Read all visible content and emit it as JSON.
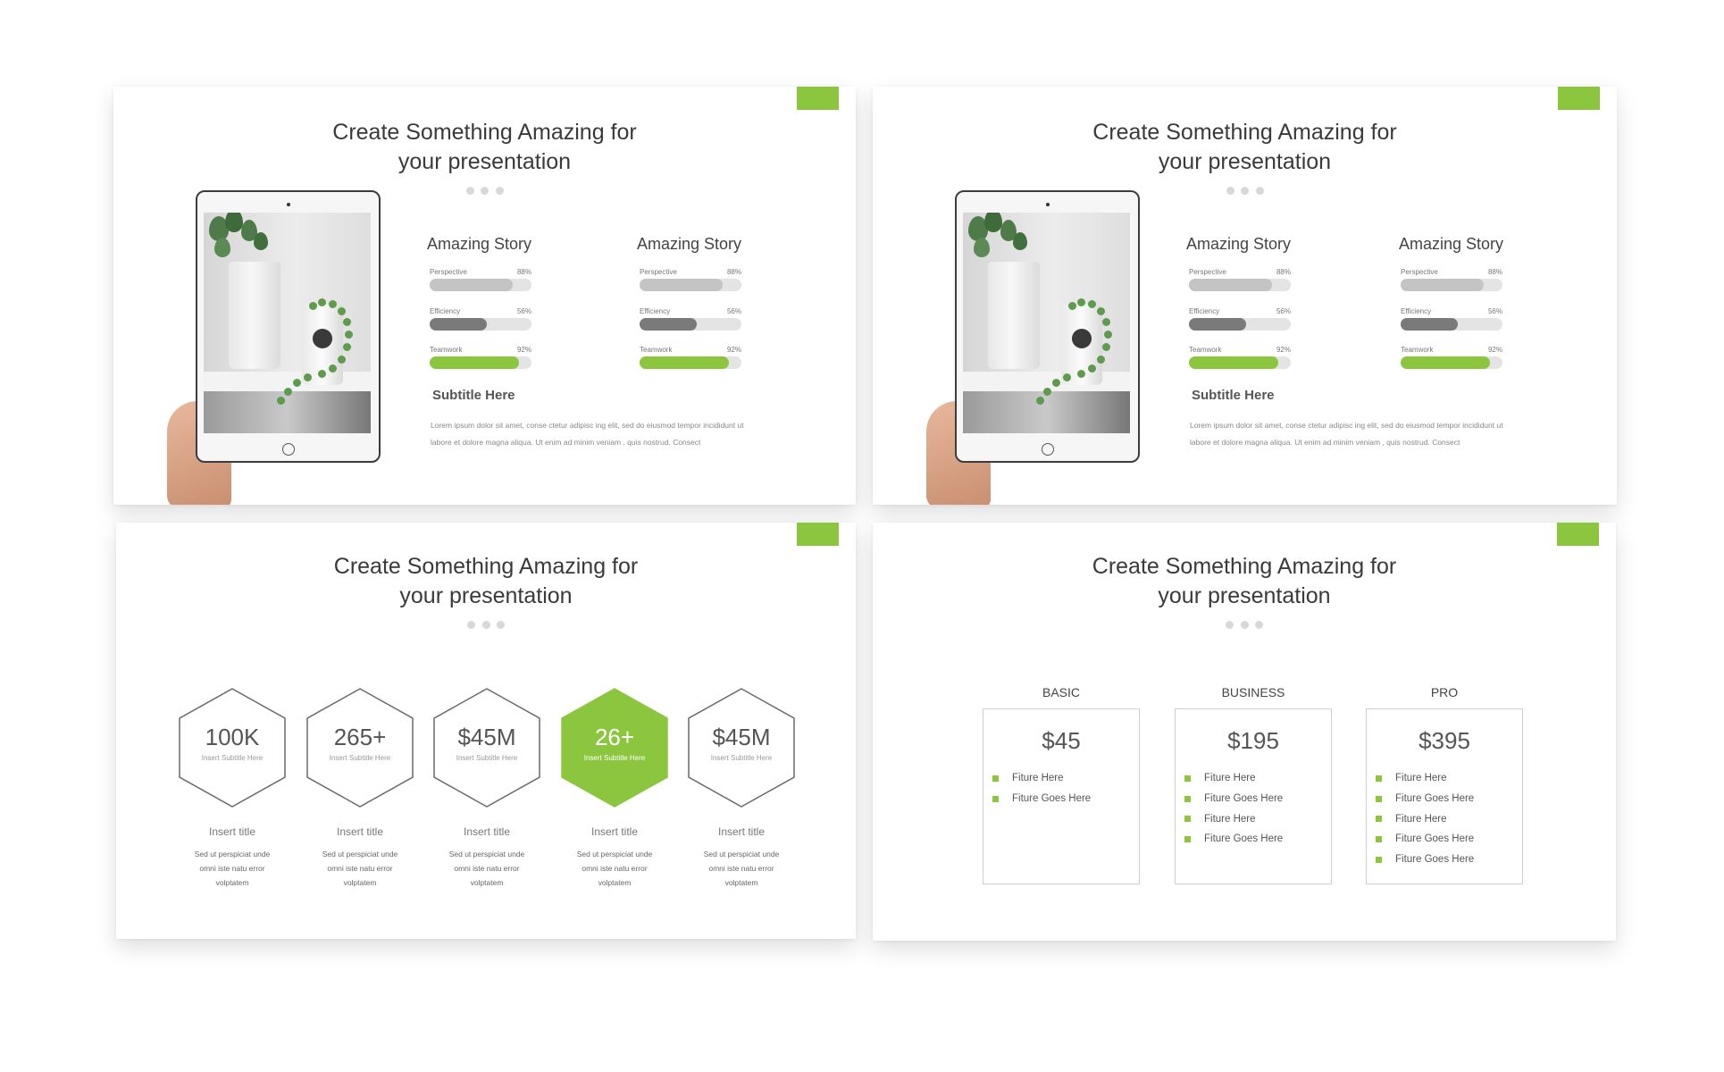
{
  "slides": {
    "s1": {
      "title_line1": "Create Something Amazing for",
      "title_line2": "your presentation"
    },
    "s2": {
      "title_line1": "Create Something Amazing for",
      "title_line2": "your presentation"
    },
    "s3": {
      "title_line1": "Create Something Amazing for",
      "title_line2": "your presentation"
    },
    "s4": {
      "title_line1": "Create Something Amazing for",
      "title_line2": "your presentation"
    }
  },
  "skills_slide": {
    "columns": [
      {
        "title": "Amazing Story",
        "skills": [
          {
            "label": "Perspective",
            "value": "88%",
            "level": 0.82,
            "color": "#c4c4c4"
          },
          {
            "label": "Efficiency",
            "value": "56%",
            "level": 0.56,
            "color": "#7a7a7a"
          },
          {
            "label": "Teamwork",
            "value": "92%",
            "level": 0.88,
            "color": "#8cc63f"
          }
        ]
      },
      {
        "title": "Amazing Story",
        "skills": [
          {
            "label": "Perspective",
            "value": "88%",
            "level": 0.82,
            "color": "#c4c4c4"
          },
          {
            "label": "Efficiency",
            "value": "56%",
            "level": 0.56,
            "color": "#7a7a7a"
          },
          {
            "label": "Teamwork",
            "value": "92%",
            "level": 0.88,
            "color": "#8cc63f"
          }
        ]
      }
    ],
    "subtitle": "Subtitle Here",
    "body_line1": "Lorem ipsum dolor sit amet, conse ctetur adipisc ing elit, sed do eiusmod tempor incididunt ut",
    "body_line2": "labore et dolore magna aliqua. Ut enim ad minim veniam , quis nostrud. Consect"
  },
  "hex_slide": {
    "items": [
      {
        "value": "100K",
        "subtitle": "Insert Subtitle Here",
        "title": "Insert title",
        "desc1": "Sed ut perspiciat unde",
        "desc2": "omni iste natu error",
        "desc3": "volptatem",
        "highlight": false
      },
      {
        "value": "265+",
        "subtitle": "Insert Subtitle Here",
        "title": "Insert title",
        "desc1": "Sed ut perspiciat unde",
        "desc2": "omni iste natu error",
        "desc3": "volptatem",
        "highlight": false
      },
      {
        "value": "$45M",
        "subtitle": "Insert Subtitle Here",
        "title": "Insert title",
        "desc1": "Sed ut perspiciat unde",
        "desc2": "omni iste natu error",
        "desc3": "volptatem",
        "highlight": false
      },
      {
        "value": "26+",
        "subtitle": "Insert Subtitle Here",
        "title": "Insert title",
        "desc1": "Sed ut perspiciat unde",
        "desc2": "omni iste natu error",
        "desc3": "volptatem",
        "highlight": true
      },
      {
        "value": "$45M",
        "subtitle": "Insert Subtitle Here",
        "title": "Insert title",
        "desc1": "Sed ut perspiciat unde",
        "desc2": "omni iste natu error",
        "desc3": "volptatem",
        "highlight": false
      }
    ],
    "accent_color": "#8cc63f"
  },
  "pricing_slide": {
    "plans": [
      {
        "name": "BASIC",
        "price": "$45",
        "features": [
          "Fiture Here",
          "Fiture  Goes Here"
        ]
      },
      {
        "name": "BUSINESS",
        "price": "$195",
        "features": [
          "Fiture Here",
          "Fiture  Goes Here",
          "Fiture Here",
          "Fiture  Goes Here"
        ]
      },
      {
        "name": "PRO",
        "price": "$395",
        "features": [
          "Fiture Here",
          "Fiture  Goes Here",
          "Fiture Here",
          "Fiture  Goes Here",
          "Fiture  Goes Here"
        ]
      }
    ]
  }
}
